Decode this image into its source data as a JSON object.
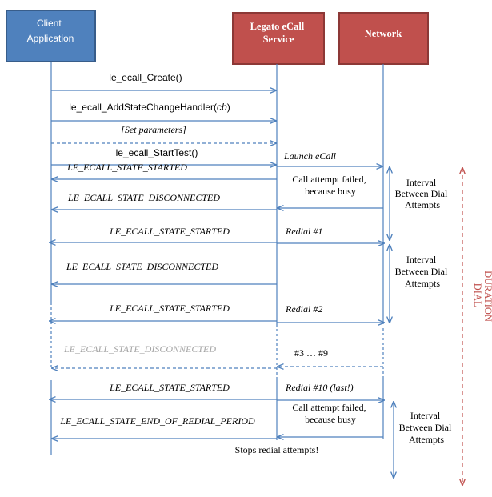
{
  "participants": {
    "client": [
      "Client",
      "Application"
    ],
    "service": [
      "Legato eCall",
      "Service"
    ],
    "network": "Network"
  },
  "messages": {
    "create": "le_ecall_Create()",
    "add_handler_prefix": "le_ecall_AddStateChangeHandler(",
    "add_handler_arg": "cb",
    "add_handler_suffix": ")",
    "set_params": "[Set parameters]",
    "start_test": "le_ecall_StartTest()",
    "launch": "Launch eCall",
    "started_1": "LE_ECALL_STATE_STARTED",
    "disconnected_1": "LE_ECALL_STATE_DISCONNECTED",
    "started_2": "LE_ECALL_STATE_STARTED",
    "redial_1": "Redial #1",
    "disconnected_2": "LE_ECALL_STATE_DISCONNECTED",
    "started_3": "LE_ECALL_STATE_STARTED",
    "redial_2": "Redial #2",
    "disconnected_3": "LE_ECALL_STATE_DISCONNECTED",
    "redial_3_9": "#3 … #9",
    "started_4": "LE_ECALL_STATE_STARTED",
    "redial_10": "Redial #10 (last!)",
    "end_of_redial": "LE_ECALL_STATE_END_OF_REDIAL_PERIOD",
    "stops": "Stops redial attempts!"
  },
  "notes": {
    "fail_1": [
      "Call attempt failed,",
      "because busy"
    ],
    "fail_2": [
      "Call attempt failed,",
      "because busy"
    ],
    "interval_1": [
      "Interval",
      "Between Dial",
      "Attempts"
    ],
    "interval_2": [
      "Interval",
      "Between Dial",
      "Attempts"
    ],
    "interval_3": [
      "Interval",
      "Between Dial",
      "Attempts"
    ],
    "dial_duration": [
      "DIAL",
      "DURATION"
    ]
  },
  "colors": {
    "client_box": "#4f81bd",
    "client_border": "#385d8a",
    "service_box": "#c0504d",
    "service_border": "#8c3836",
    "arrow": "#4f81bd",
    "grey_text": "#a6a6a6",
    "dial": "#c0504d"
  }
}
